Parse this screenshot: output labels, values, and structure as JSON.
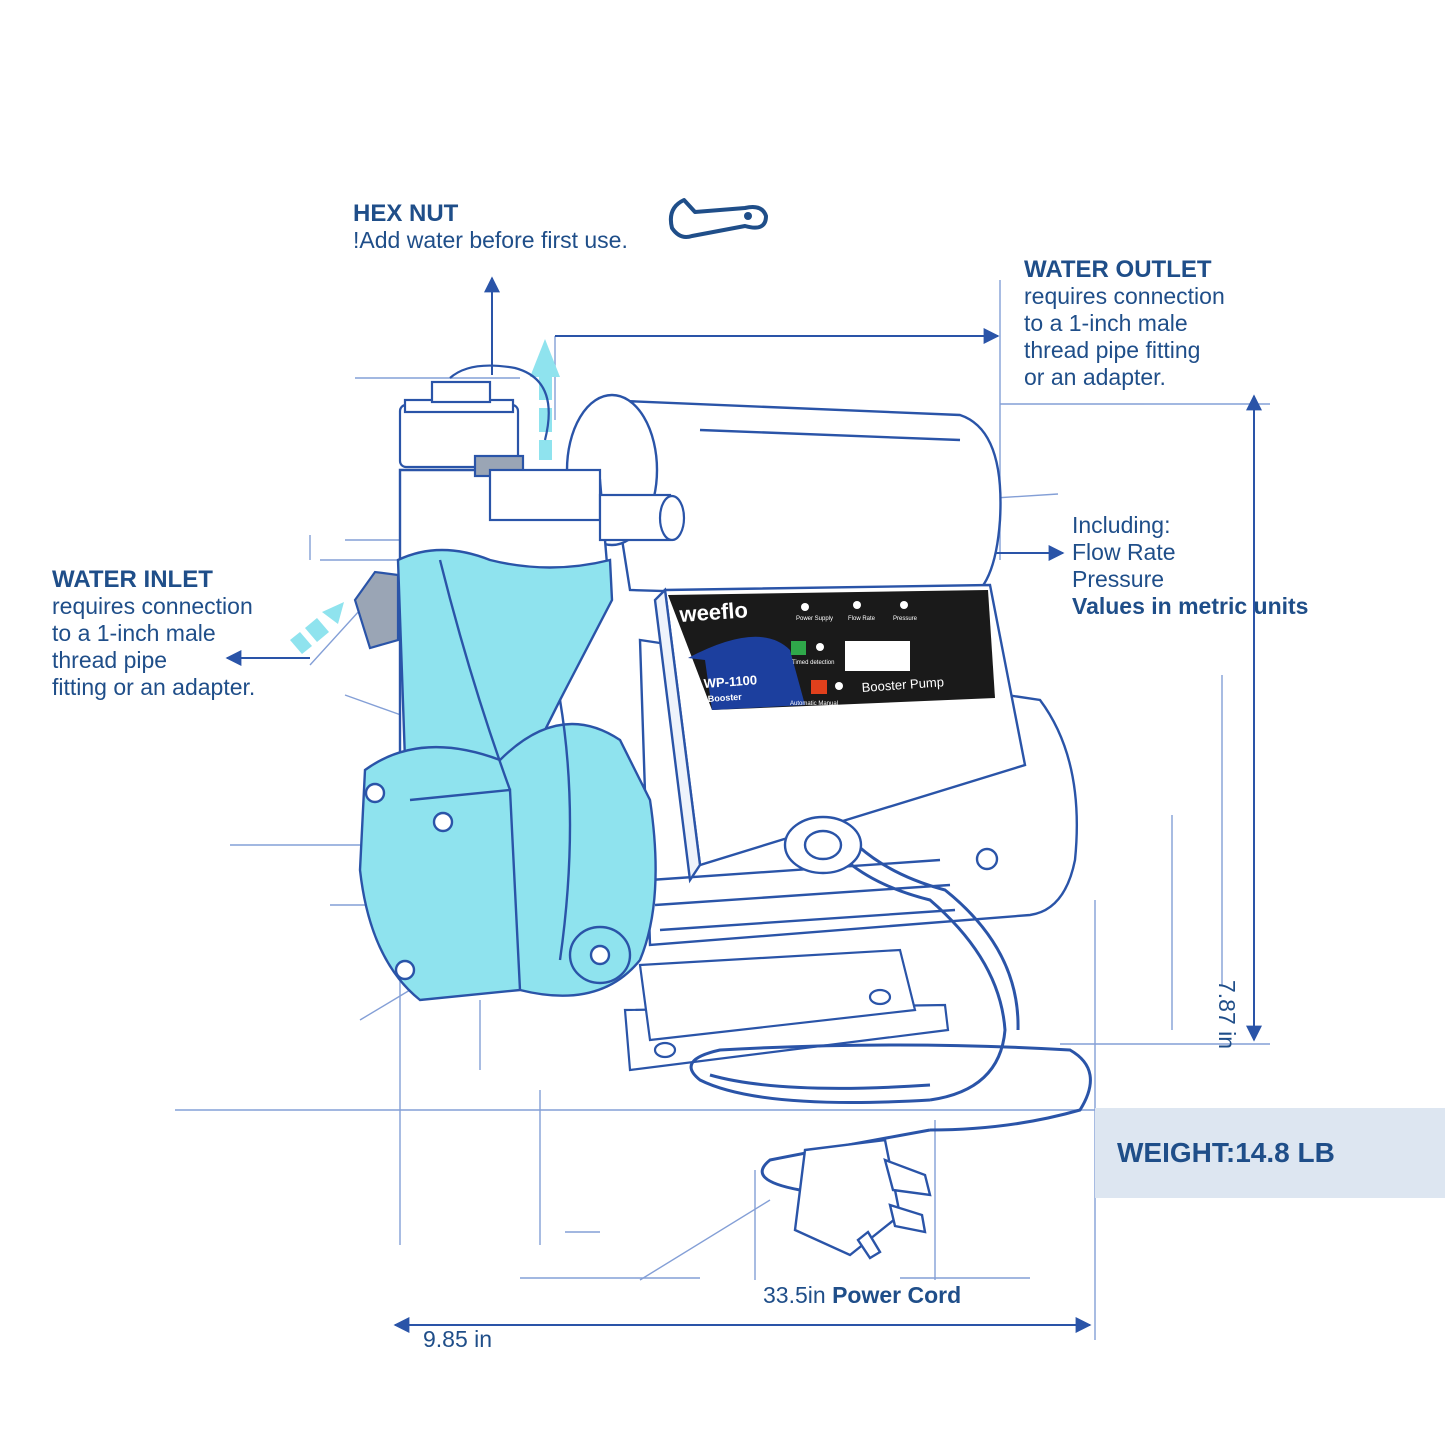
{
  "labels": {
    "hex_nut": {
      "title": "HEX NUT",
      "note": "!Add water before first use."
    },
    "water_outlet": {
      "title": "WATER OUTLET",
      "lines": [
        "requires connection",
        "to a 1-inch male",
        "thread  pipe fitting",
        "or an adapter."
      ]
    },
    "water_inlet": {
      "title": "WATER INLET",
      "lines": [
        "requires connection",
        "to a 1-inch male",
        "thread  pipe",
        "fitting or an adapter."
      ]
    },
    "display": {
      "lines": [
        "Including:",
        "Flow Rate",
        "Pressure"
      ],
      "emphasis": "Values in metric units"
    }
  },
  "panel": {
    "brand": "weeflo",
    "model": "WP-1100",
    "model_sub": "Booster",
    "title": "Booster Pump",
    "indicators": [
      "Power Supply",
      "Flow Rate",
      "Pressure"
    ],
    "timed_label": "Timed detection",
    "mode_label": "Automatic Manual"
  },
  "dimensions": {
    "height": "7.87 in",
    "width": "9.85 in",
    "cord_length": "33.5in",
    "cord_label": "Power Cord"
  },
  "weight": "WEIGHT:14.8 LB",
  "colors": {
    "ink": "#1f4e89",
    "water": "#8fe3ee",
    "accent_green": "#2fa84a",
    "accent_red": "#e0401c",
    "panel_dark": "#1a1a1a",
    "panel_blue": "#1c3f9e"
  },
  "icons": [
    "wrench-icon",
    "arrow-icon"
  ]
}
